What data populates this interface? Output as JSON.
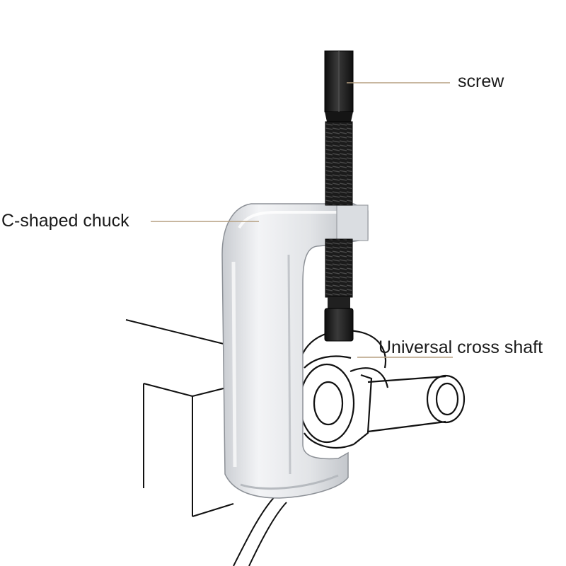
{
  "labels": {
    "screw": "screw",
    "c_chuck": "C-shaped chuck",
    "cross_shaft": "Universal cross shaft"
  },
  "colors": {
    "leader_line": "#b59f80",
    "outline": "#111111",
    "metal_light": "#eef0f2",
    "metal_mid": "#d4d7db",
    "metal_dark": "#a9adb3",
    "screw_dark": "#1d1d1d"
  }
}
